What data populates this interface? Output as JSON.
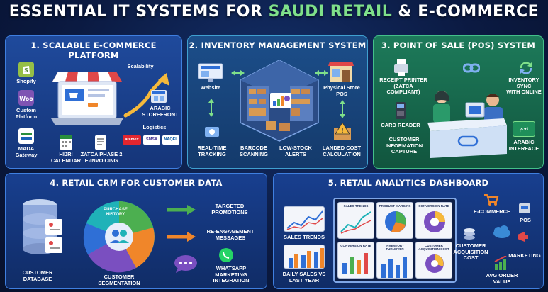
{
  "title": {
    "part1": "ESSENTIAL IT SYSTEMS FOR ",
    "highlight": "SAUDI RETAIL",
    "part2": " & E-COMMERCE"
  },
  "panel1": {
    "heading": "1. SCALABLE E-COMMERCE PLATFORM",
    "labels": {
      "shopify": "Shopify",
      "custom": "Custom\nPlatform",
      "mada": "MADA\nGateway",
      "hijri": "HIJRI\nCALENDAR",
      "zatca": "ZATCA PHASE 2\nE-INVOICING",
      "scalability": "Scalability",
      "arabic": "ARABIC\nSTOREFRONT",
      "logistics": "Logistics"
    },
    "logos": {
      "aramex": "aramex",
      "smsa": "SMSA",
      "naqel": "NAQEL"
    },
    "icon_names": [
      "shopify-icon",
      "woocommerce-icon",
      "mada-icon",
      "calendar-icon",
      "invoice-icon",
      "storefront-icon",
      "growth-arrow-icon"
    ]
  },
  "panel2": {
    "heading": "2. INVENTORY MANAGEMENT SYSTEM",
    "labels": {
      "website": "Website",
      "store": "Physical Store\nPOS",
      "tracking": "REAL-TIME\nTRACKING",
      "barcode": "BARCODE\nSCANNING",
      "lowstock": "LOW-STOCK\nALERTS",
      "landed": "LANDED COST\nCALCULATION"
    }
  },
  "panel3": {
    "heading": "3. POINT OF SALE (POS) SYSTEM",
    "labels": {
      "printer": "RECEIPT PRINTER\n(ZATCA COMPLIANT)",
      "sync": "INVENTORY SYNC\nWITH ONLINE",
      "card": "CARD READER",
      "capture": "CUSTOMER\nINFORMATION\nCAPTURE",
      "arabicui": "ARABIC\nINTERFACE",
      "arabic_text": "نعم"
    }
  },
  "panel4": {
    "heading": "4. RETAIL CRM FOR CUSTOMER DATA",
    "labels": {
      "database": "CUSTOMER\nDATABASE",
      "purchase": "PURCHASE\nHISTORY",
      "segmentation": "CUSTOMER\nSEGMENTATION",
      "targeted": "TARGETED\nPROMOTIONS",
      "reengage": "RE-ENGAGEMENT\nMESSAGES",
      "whatsapp": "WHATSAPP\nMARKETING\nINTEGRATION"
    },
    "colors": {
      "teal": "#1fb2b8",
      "green": "#4caf50",
      "orange": "#f0862a",
      "purple": "#7a4fc0",
      "blue": "#2f6fd6"
    }
  },
  "panel5": {
    "heading": "5. RETAIL ANALYTICS DASHBOARD",
    "labels": {
      "sales": "SALES TRENDS",
      "daily": "DAILY SALES VS\nLAST YEAR",
      "ecommerce": "E-COMMERCE",
      "pos": "POS",
      "cac": "CUSTOMER\nACQUISITION\nCOST",
      "marketing": "MARKETING",
      "aov": "AVG ORDER\nVALUE"
    },
    "tiles": [
      "SALES TRENDS",
      "PRODUCT MARGINS",
      "CONVERSION RATE",
      "CONVERSION RATE",
      "INVENTORY TURNOVER",
      "CUSTOMER\nACQUISITION COST"
    ]
  }
}
